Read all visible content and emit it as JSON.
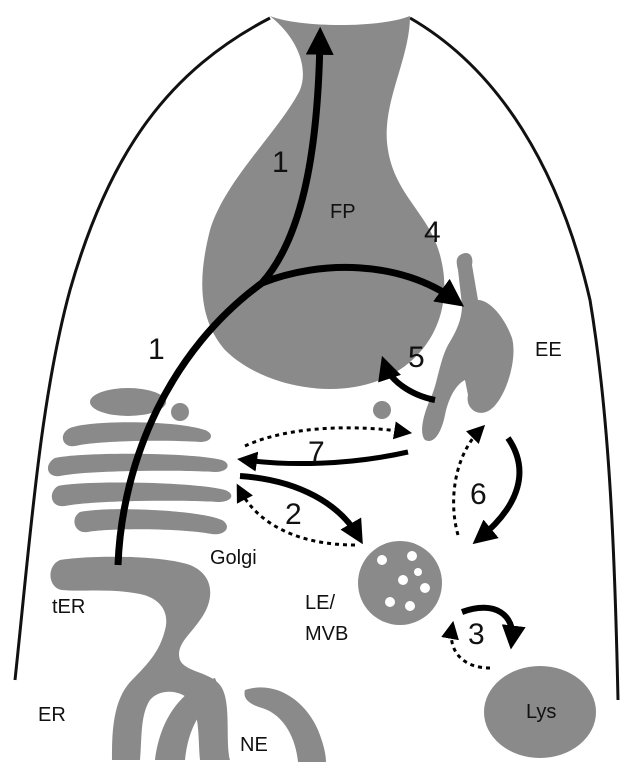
{
  "colors": {
    "organelle": "#8a8a8a",
    "outline": "#111111",
    "arrow": "#000000",
    "vesicle_dot": "#ffffff"
  },
  "labels": {
    "fp": "FP",
    "ee": "EE",
    "golgi": "Golgi",
    "ter": "tER",
    "le_line1": "LE/",
    "le_line2": "MVB",
    "er": "ER",
    "ne": "NE",
    "lys": "Lys"
  },
  "pathways": {
    "p1_upper": "1",
    "p1_lower": "1",
    "p2": "2",
    "p3": "3",
    "p4": "4",
    "p5": "5",
    "p6": "6",
    "p7": "7"
  }
}
